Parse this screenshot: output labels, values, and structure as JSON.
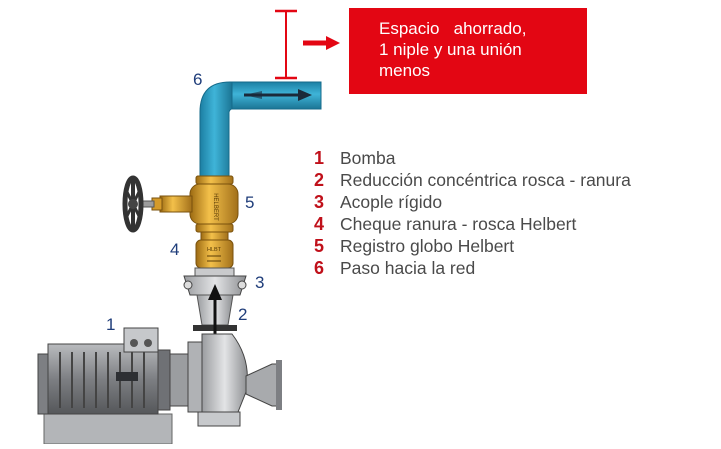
{
  "callout": {
    "lines": [
      "Espacio   ahorrado,",
      "1 niple y una unión",
      "menos"
    ],
    "color": "#e30613"
  },
  "legend": {
    "items": [
      {
        "num": "1",
        "label": "Bomba"
      },
      {
        "num": "2",
        "label": "Reducción concéntrica rosca - ranura"
      },
      {
        "num": "3",
        "label": "Acople rígido"
      },
      {
        "num": "4",
        "label": "Cheque ranura - rosca Helbert"
      },
      {
        "num": "5",
        "label": "Registro globo Helbert"
      },
      {
        "num": "6",
        "label": "Paso hacia la red"
      }
    ]
  },
  "markers": {
    "m1": "1",
    "m2": "2",
    "m3": "3",
    "m4": "4",
    "m5": "5",
    "m6": "6"
  },
  "valve_marks": {
    "check": "HLBT",
    "globe": "HELBERT"
  },
  "colors": {
    "pipe": "#2a9fc4",
    "brass": "#e1a227",
    "motor": "#8b8d90",
    "red": "#e30613"
  }
}
